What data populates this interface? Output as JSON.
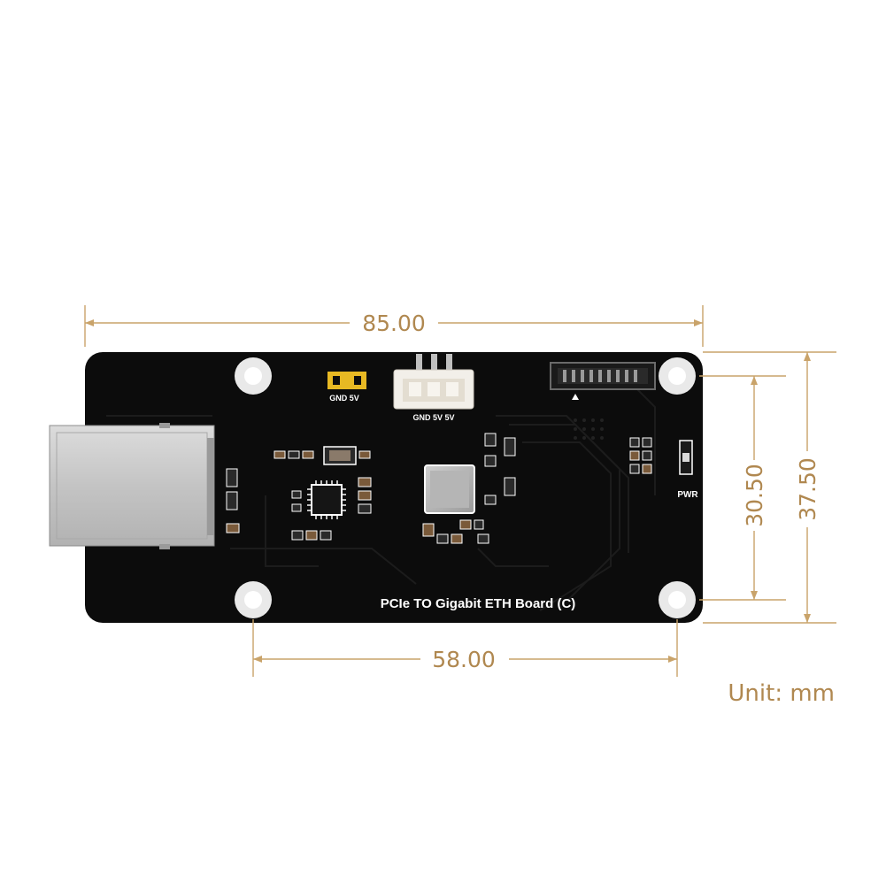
{
  "board": {
    "title": "PCIe TO Gigabit ETH Board (C)",
    "header_label_1": "GND 5V",
    "header_label_2": "GND 5V 5V",
    "led_label": "PWR"
  },
  "dimensions": {
    "overall_width": "85.00",
    "hole_spacing_horizontal": "58.00",
    "hole_spacing_vertical": "30.50",
    "overall_height": "37.50",
    "unit_label": "Unit: mm"
  },
  "colors": {
    "dimension_line": "#c9a36a",
    "dimension_text": "#b08850",
    "pcb": "#0c0c0c",
    "silkscreen": "#ffffff"
  }
}
